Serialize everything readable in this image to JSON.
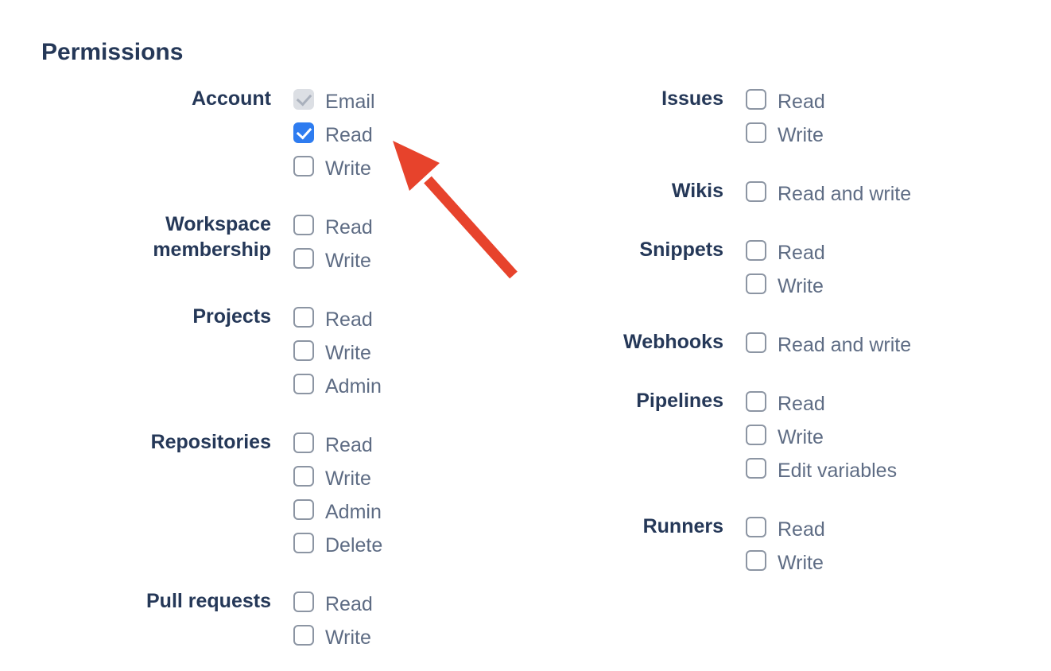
{
  "permissions": {
    "heading": "Permissions",
    "columns": [
      {
        "groups": [
          {
            "label": "Account",
            "options": [
              {
                "label": "Email",
                "state": "checked-disabled"
              },
              {
                "label": "Read",
                "state": "checked"
              },
              {
                "label": "Write",
                "state": "unchecked"
              }
            ]
          },
          {
            "label": "Workspace membership",
            "options": [
              {
                "label": "Read",
                "state": "unchecked"
              },
              {
                "label": "Write",
                "state": "unchecked"
              }
            ]
          },
          {
            "label": "Projects",
            "options": [
              {
                "label": "Read",
                "state": "unchecked"
              },
              {
                "label": "Write",
                "state": "unchecked"
              },
              {
                "label": "Admin",
                "state": "unchecked"
              }
            ]
          },
          {
            "label": "Repositories",
            "options": [
              {
                "label": "Read",
                "state": "unchecked"
              },
              {
                "label": "Write",
                "state": "unchecked"
              },
              {
                "label": "Admin",
                "state": "unchecked"
              },
              {
                "label": "Delete",
                "state": "unchecked"
              }
            ]
          },
          {
            "label": "Pull requests",
            "options": [
              {
                "label": "Read",
                "state": "unchecked"
              },
              {
                "label": "Write",
                "state": "unchecked"
              }
            ]
          }
        ]
      },
      {
        "groups": [
          {
            "label": "Issues",
            "options": [
              {
                "label": "Read",
                "state": "unchecked"
              },
              {
                "label": "Write",
                "state": "unchecked"
              }
            ]
          },
          {
            "label": "Wikis",
            "options": [
              {
                "label": "Read and write",
                "state": "unchecked"
              }
            ]
          },
          {
            "label": "Snippets",
            "options": [
              {
                "label": "Read",
                "state": "unchecked"
              },
              {
                "label": "Write",
                "state": "unchecked"
              }
            ]
          },
          {
            "label": "Webhooks",
            "options": [
              {
                "label": "Read and write",
                "state": "unchecked"
              }
            ]
          },
          {
            "label": "Pipelines",
            "options": [
              {
                "label": "Read",
                "state": "unchecked"
              },
              {
                "label": "Write",
                "state": "unchecked"
              },
              {
                "label": "Edit variables",
                "state": "unchecked"
              }
            ]
          },
          {
            "label": "Runners",
            "options": [
              {
                "label": "Read",
                "state": "unchecked"
              },
              {
                "label": "Write",
                "state": "unchecked"
              }
            ]
          }
        ]
      }
    ]
  },
  "annotation": {
    "shape": "arrow",
    "color": "#E7432C",
    "points_to": "account-read-checkbox"
  },
  "colors": {
    "background": "#FFFFFF",
    "heading_text": "#253858",
    "group_label_text": "#253858",
    "option_label_text": "#5E6C84",
    "checkbox_border": "#8C95A3",
    "checkbox_checked_fill": "#2E7CF0",
    "checkbox_disabled_fill": "#DCDFE4",
    "checkbox_disabled_check": "#A9B0BC",
    "arrow": "#E7432C"
  }
}
